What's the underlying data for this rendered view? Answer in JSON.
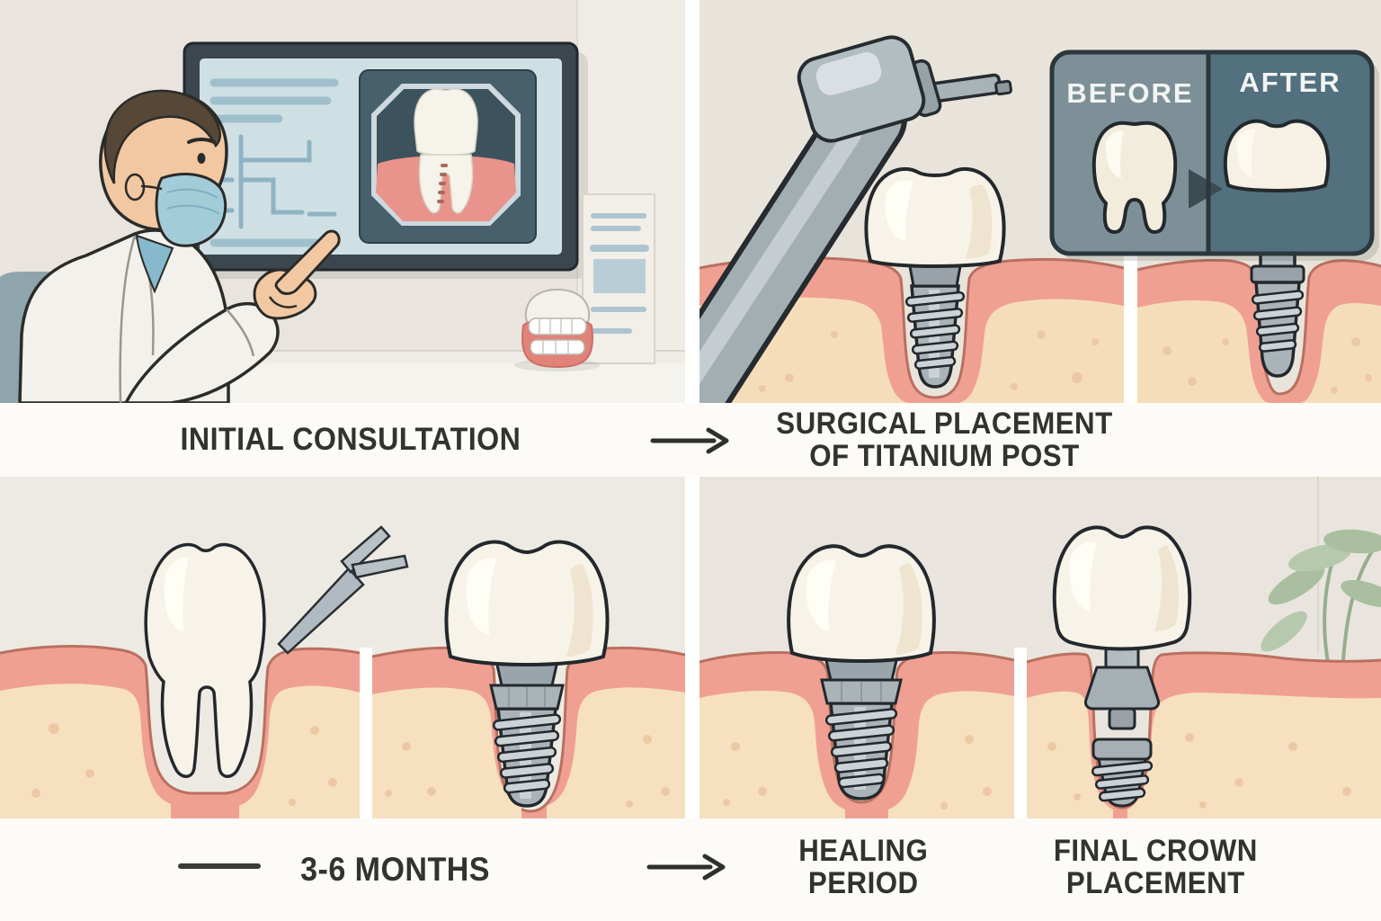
{
  "stages": {
    "initial": {
      "label": "INITIAL CONSULTATION"
    },
    "surgical": {
      "line1": "SURGICAL PLACEMENT",
      "line2": "OF TITANIUM POST"
    },
    "duration": {
      "label": "3-6 MONTHS"
    },
    "healing": {
      "line1": "HEALING",
      "line2": "PERIOD"
    },
    "final": {
      "line1": "FINAL CROWN",
      "line2": "PLACEMENT"
    }
  },
  "comparison": {
    "before": "BEFORE",
    "after": "AFTER"
  },
  "icons": {
    "arrow_right": "→",
    "timeline_dash": "—",
    "play_triangle": "▶"
  },
  "colors": {
    "label_text": "#32332e",
    "band_background": "#fcfbf8",
    "scene_background": "#e9e5de",
    "gum_pink": "#efa093",
    "gum_outline": "#b9705f",
    "bone_cream": "#f6ddba",
    "bone_speckle": "#ecc9a4",
    "crown_white": "#f8f3e9",
    "implant_metal": "#aab3b8",
    "card_before": "#7e9097",
    "card_after": "#52707e",
    "card_border": "#2b373d",
    "mask_blue": "#a3ccd9",
    "shirt_blue": "#85b9cb",
    "plant_green": "#a9bf9f"
  }
}
